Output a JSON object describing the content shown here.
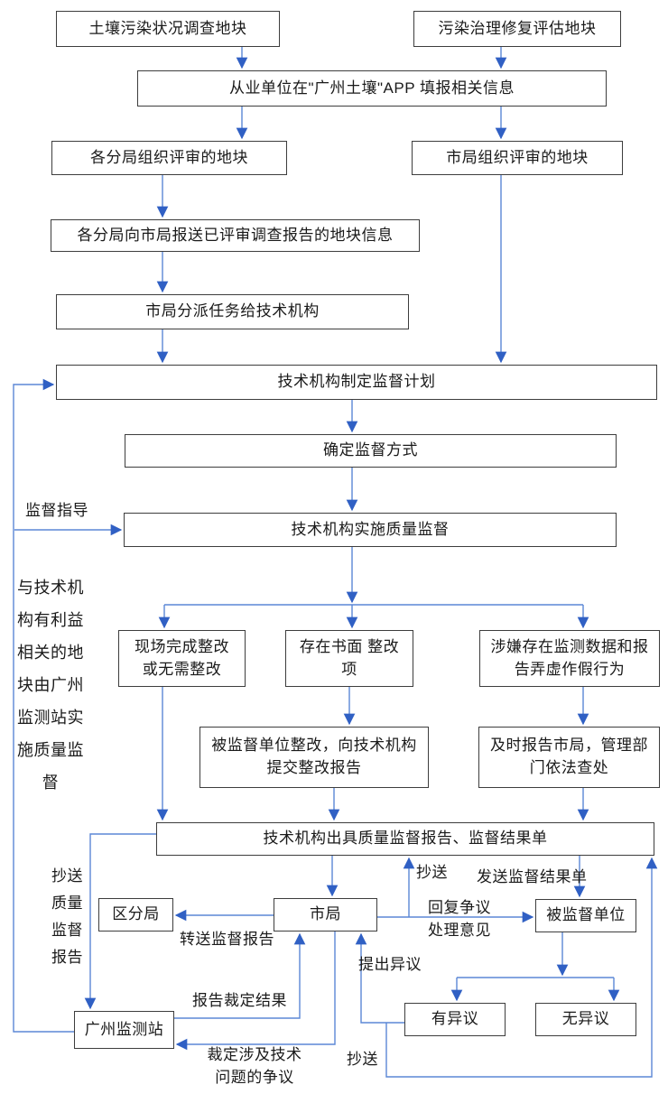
{
  "nodes": {
    "survey_plot": "土壤污染状况调查地块",
    "remediation_plot": "污染治理修复评估地块",
    "app_fill": "从业单位在\"广州土壤\"APP 填报相关信息",
    "branch_review": "各分局组织评审的地块",
    "city_review": "市局组织评审的地块",
    "branch_report": "各分局向市局报送已评审调查报告的地块信息",
    "assign_task": "市局分派任务给技术机构",
    "make_plan": "技术机构制定监督计划",
    "decide_mode": "确定监督方式",
    "implement_supervision": "技术机构实施质量监督",
    "onsite_fixed": "现场完成整改 或无需整改",
    "written_items": "存在书面 整改项",
    "suspected_fraud": "涉嫌存在监测数据和报告弄虚作假行为",
    "unit_rectify": "被监督单位整改，向技术机构提交整改报告",
    "report_city": "及时报告市局，管理部门依法查处",
    "issue_report": "技术机构出具质量监督报告、监督结果单",
    "district_bureau": "区分局",
    "city_bureau": "市局",
    "supervised_unit": "被监督单位",
    "has_objection": "有异议",
    "no_objection": "无异议",
    "gz_station": "广州监测站"
  },
  "labels": {
    "supervision_guidance": "监督指导",
    "side_note": "与技术机构有利益相关的地块由广州监测站实施质量监督",
    "copy_quality_report": "抄送质量监督报告",
    "forward_report": "转送监督报告",
    "report_ruling": "报告裁定结果",
    "ruling_dispute": "裁定涉及技术问题的争议",
    "copy_bottom": "抄送",
    "raise_objection": "提出异议",
    "reply_dispute": "回复争议处理意见",
    "copy_upper": "抄送",
    "send_result_sheet": "发送监督结果单"
  },
  "colors": {
    "connector_line": "#5b87d5",
    "arrowhead": "#3060c4",
    "box_border": "#3d3d3d",
    "text": "#1a1a1a",
    "background": "#ffffff"
  }
}
